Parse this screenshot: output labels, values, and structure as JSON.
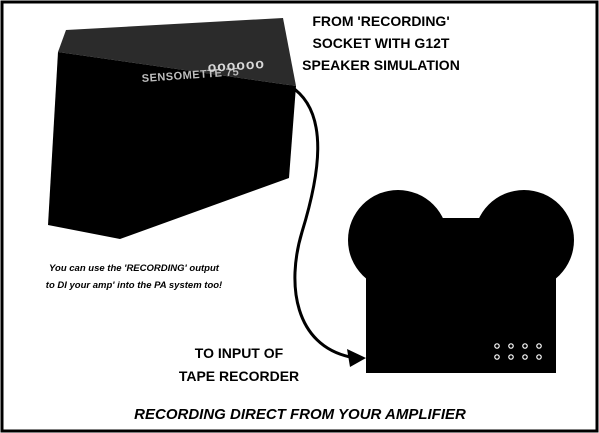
{
  "amp": {
    "model_text": "SENSOMETTE 75",
    "knobs_text": "oooooo"
  },
  "labels": {
    "from_line1": "FROM 'RECORDING'",
    "from_line2": "SOCKET WITH G12T",
    "from_line3": "SPEAKER SIMULATION",
    "to_line1": "TO INPUT OF",
    "to_line2": "TAPE RECORDER",
    "note_line1": "You can use the 'RECORDING' output",
    "note_line2": "to DI your amp' into the PA system too!",
    "caption": "RECORDING DIRECT FROM YOUR AMPLIFIER"
  },
  "colors": {
    "ink": "#000000",
    "paper": "#ffffff",
    "amp_top": "#2b2b2b",
    "amp_text": "#bdbdbd"
  }
}
